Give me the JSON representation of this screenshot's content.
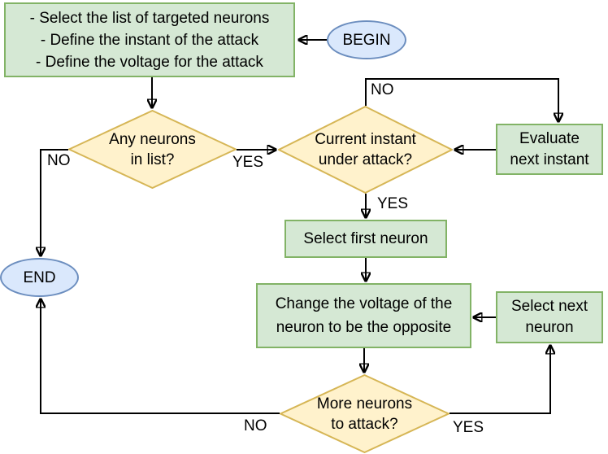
{
  "diagram": {
    "type": "flowchart",
    "colors": {
      "process_fill": "#d5e8d4",
      "process_stroke": "#82b366",
      "terminal_fill": "#dae8fc",
      "terminal_stroke": "#6c8ebf",
      "decision_fill": "#fff2cc",
      "decision_stroke": "#d6b656",
      "connector": "#000000"
    },
    "nodes": {
      "begin": {
        "label": "BEGIN"
      },
      "setup": {
        "line1": "- Select the list of targeted neurons",
        "line2": "- Define the instant of the attack",
        "line3": "- Define the voltage for the attack"
      },
      "any_neurons": {
        "line1": "Any neurons",
        "line2": "in list?"
      },
      "current_instant": {
        "line1": "Current instant",
        "line2": "under attack?"
      },
      "evaluate_next": {
        "line1": "Evaluate",
        "line2": "next instant"
      },
      "select_first": {
        "label": "Select first neuron"
      },
      "change_voltage": {
        "line1": "Change the voltage of the",
        "line2": "neuron to be the opposite"
      },
      "select_next": {
        "line1": "Select next",
        "line2": "neuron"
      },
      "more_neurons": {
        "line1": "More neurons",
        "line2": "to attack?"
      },
      "end": {
        "label": "END"
      }
    },
    "edge_labels": {
      "any_neurons_no": "NO",
      "any_neurons_yes": "YES",
      "current_instant_no": "NO",
      "current_instant_yes": "YES",
      "more_neurons_no": "NO",
      "more_neurons_yes": "YES"
    }
  }
}
